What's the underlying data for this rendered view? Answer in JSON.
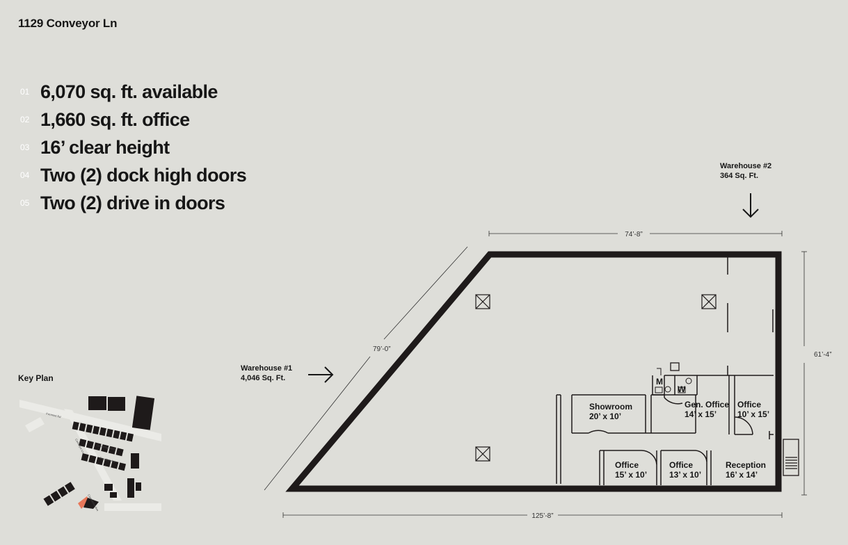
{
  "address": "1129 Conveyor Ln",
  "features": [
    {
      "num": "01",
      "text": "6,070 sq. ft. available"
    },
    {
      "num": "02",
      "text": "1,660  sq. ft. office"
    },
    {
      "num": "03",
      "text": "16’ clear height"
    },
    {
      "num": "04",
      "text": "Two (2) dock high doors"
    },
    {
      "num": "05",
      "text": "Two (2) drive in doors"
    }
  ],
  "key_plan": {
    "title": "Key Plan",
    "streets": [
      "Irvemont Rd",
      "Gorening Street",
      "Conveyor Ln",
      "Freedom Ave",
      "Commerce Ave"
    ]
  },
  "plan": {
    "warehouse1": {
      "name": "Warehouse #1",
      "area": "4,046 Sq. Ft."
    },
    "warehouse2": {
      "name": "Warehouse #2",
      "area": "364 Sq. Ft."
    },
    "dimensions": {
      "top": "74’-8”",
      "diagonal": "79’-0”",
      "right": "61’-4”",
      "bottom": "125’-8”"
    },
    "rooms": [
      {
        "name": "Showroom",
        "size": "20’ x 10’"
      },
      {
        "name": "Gen. Office",
        "size": "14’ x 15’"
      },
      {
        "name": "Office",
        "size": "10’ x 15’"
      },
      {
        "name": "Office",
        "size": "15’ x 10’"
      },
      {
        "name": "Office",
        "size": "13’ x 10’"
      },
      {
        "name": "Reception",
        "size": "16’ x 14’"
      }
    ],
    "restrooms": {
      "men": "M",
      "women": "W"
    }
  },
  "colors": {
    "background": "#deded9",
    "wall": "#1e1a1a",
    "accent": "#e8785a"
  }
}
